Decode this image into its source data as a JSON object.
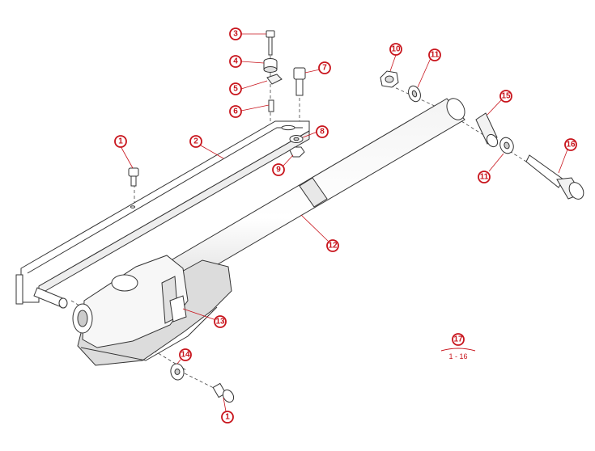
{
  "diagram": {
    "callouts": [
      "1",
      "2",
      "3",
      "4",
      "5",
      "6",
      "7",
      "8",
      "9",
      "10",
      "11",
      "11",
      "12",
      "13",
      "14",
      "15",
      "16",
      "1"
    ],
    "assembly_callout": {
      "number": "17",
      "range": "1 - 16"
    }
  },
  "colors": {
    "callout": "#c8141c",
    "line": "#333333",
    "fill": "#ffffff",
    "shade": "#e6e6e6"
  }
}
